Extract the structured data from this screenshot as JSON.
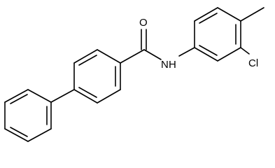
{
  "molecule": {
    "atom_labels": {
      "oxygen": "O",
      "nitrogen": "N",
      "hydrogen": "H",
      "chlorine": "Cl"
    },
    "colors": {
      "bond": "#000000",
      "label": "#000000",
      "background": "#ffffff"
    }
  }
}
